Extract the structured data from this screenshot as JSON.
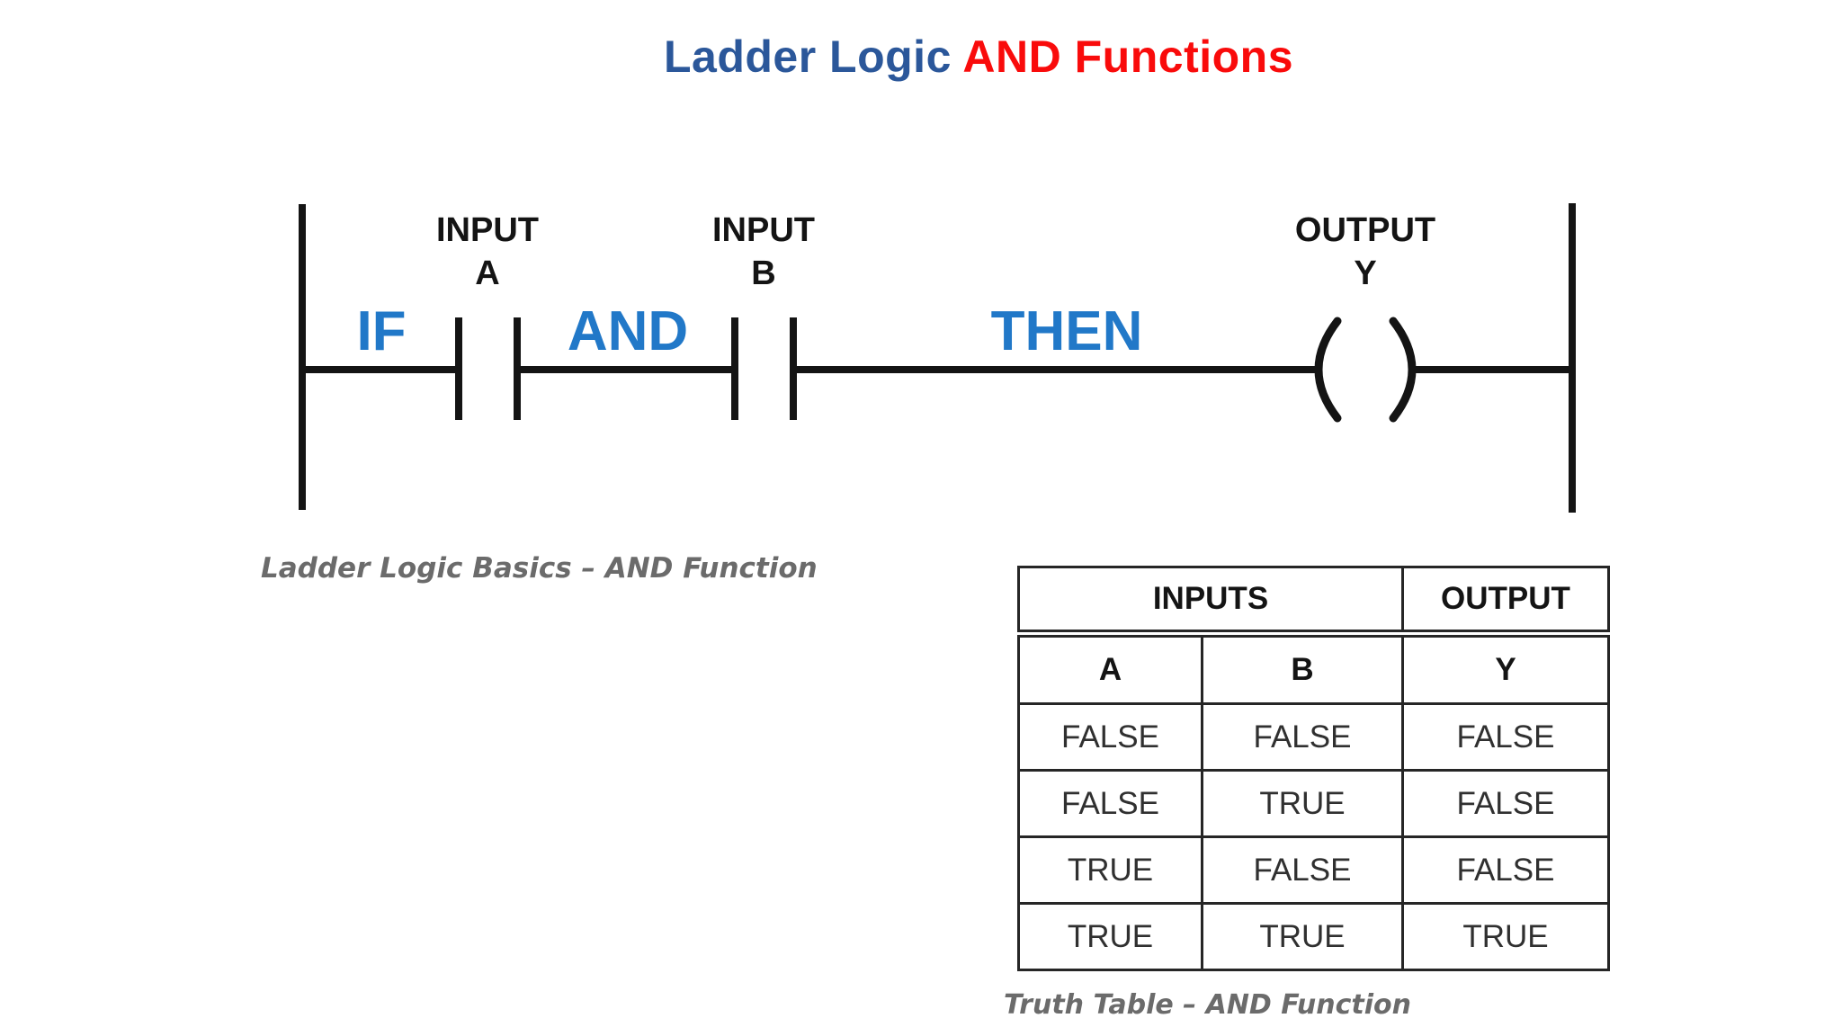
{
  "title": {
    "text_blue": "Ladder Logic ",
    "text_red": "AND Functions"
  },
  "colors": {
    "title_blue": "#2B579A",
    "title_red": "#F90B0B",
    "keyword_blue": "#2178C8",
    "caption_gray": "#6B6B6B",
    "line_black": "#141414",
    "table_border": "#262626"
  },
  "ladder": {
    "keyword_if": "IF",
    "keyword_and": "AND",
    "keyword_then": "THEN",
    "contact_a": {
      "line1": "INPUT",
      "line2": "A"
    },
    "contact_b": {
      "line1": "INPUT",
      "line2": "B"
    },
    "coil": {
      "line1": "OUTPUT",
      "line2": "Y"
    },
    "caption": "Ladder Logic Basics – AND Function"
  },
  "truth_table": {
    "group_headers": [
      {
        "label": "INPUTS"
      },
      {
        "label": "OUTPUT"
      }
    ],
    "column_headers": [
      "A",
      "B",
      "Y"
    ],
    "rows": [
      [
        "FALSE",
        "FALSE",
        "FALSE"
      ],
      [
        "FALSE",
        "TRUE",
        "FALSE"
      ],
      [
        "TRUE",
        "FALSE",
        "FALSE"
      ],
      [
        "TRUE",
        "TRUE",
        "TRUE"
      ]
    ],
    "caption": "Truth Table – AND Function"
  }
}
